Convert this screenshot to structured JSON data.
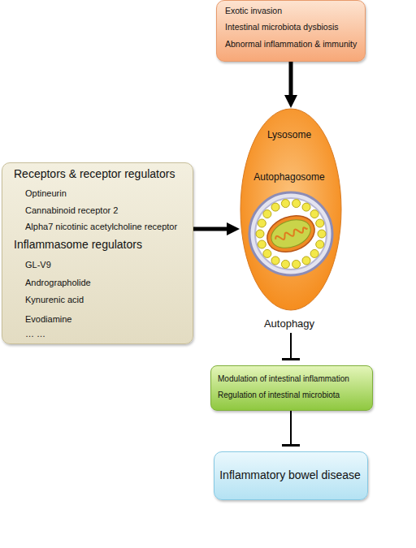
{
  "diagram": {
    "nodes": [
      {
        "text": [
          "Exotic invasion",
          "Intestinal microbiota dysbiosis",
          "Abnormal inflammation & immunity"
        ]
      },
      {
        "text": [
          "Receptors & receptor regulators",
          "Optineurin",
          "Cannabinoid receptor 2",
          "Alpha7 nicotinic acetylcholine receptor",
          "Inflammasome regulators",
          "GL-V9",
          "Andrographolide",
          "Kynurenic acid",
          "Evodiamine",
          "… …"
        ]
      },
      {
        "text": [
          "Lysosome",
          "Autophagy"
        ]
      },
      {
        "text": [
          "Autophagosome"
        ],
        "in": 2
      },
      {
        "text": [
          "Modulation of intestinal inflammation",
          "Regulation of intestinal microbiota"
        ]
      },
      {
        "text": [
          "Inflammatory bowel disease"
        ]
      }
    ],
    "edges": [
      {
        "from": 0,
        "to": 2,
        "arrow": "to"
      },
      {
        "from": 1,
        "to": 2,
        "arrow": "to"
      },
      {
        "from": 2,
        "to": 4,
        "arrow": "to"
      },
      {
        "from": 4,
        "to": 5,
        "arrow": "to"
      }
    ]
  }
}
